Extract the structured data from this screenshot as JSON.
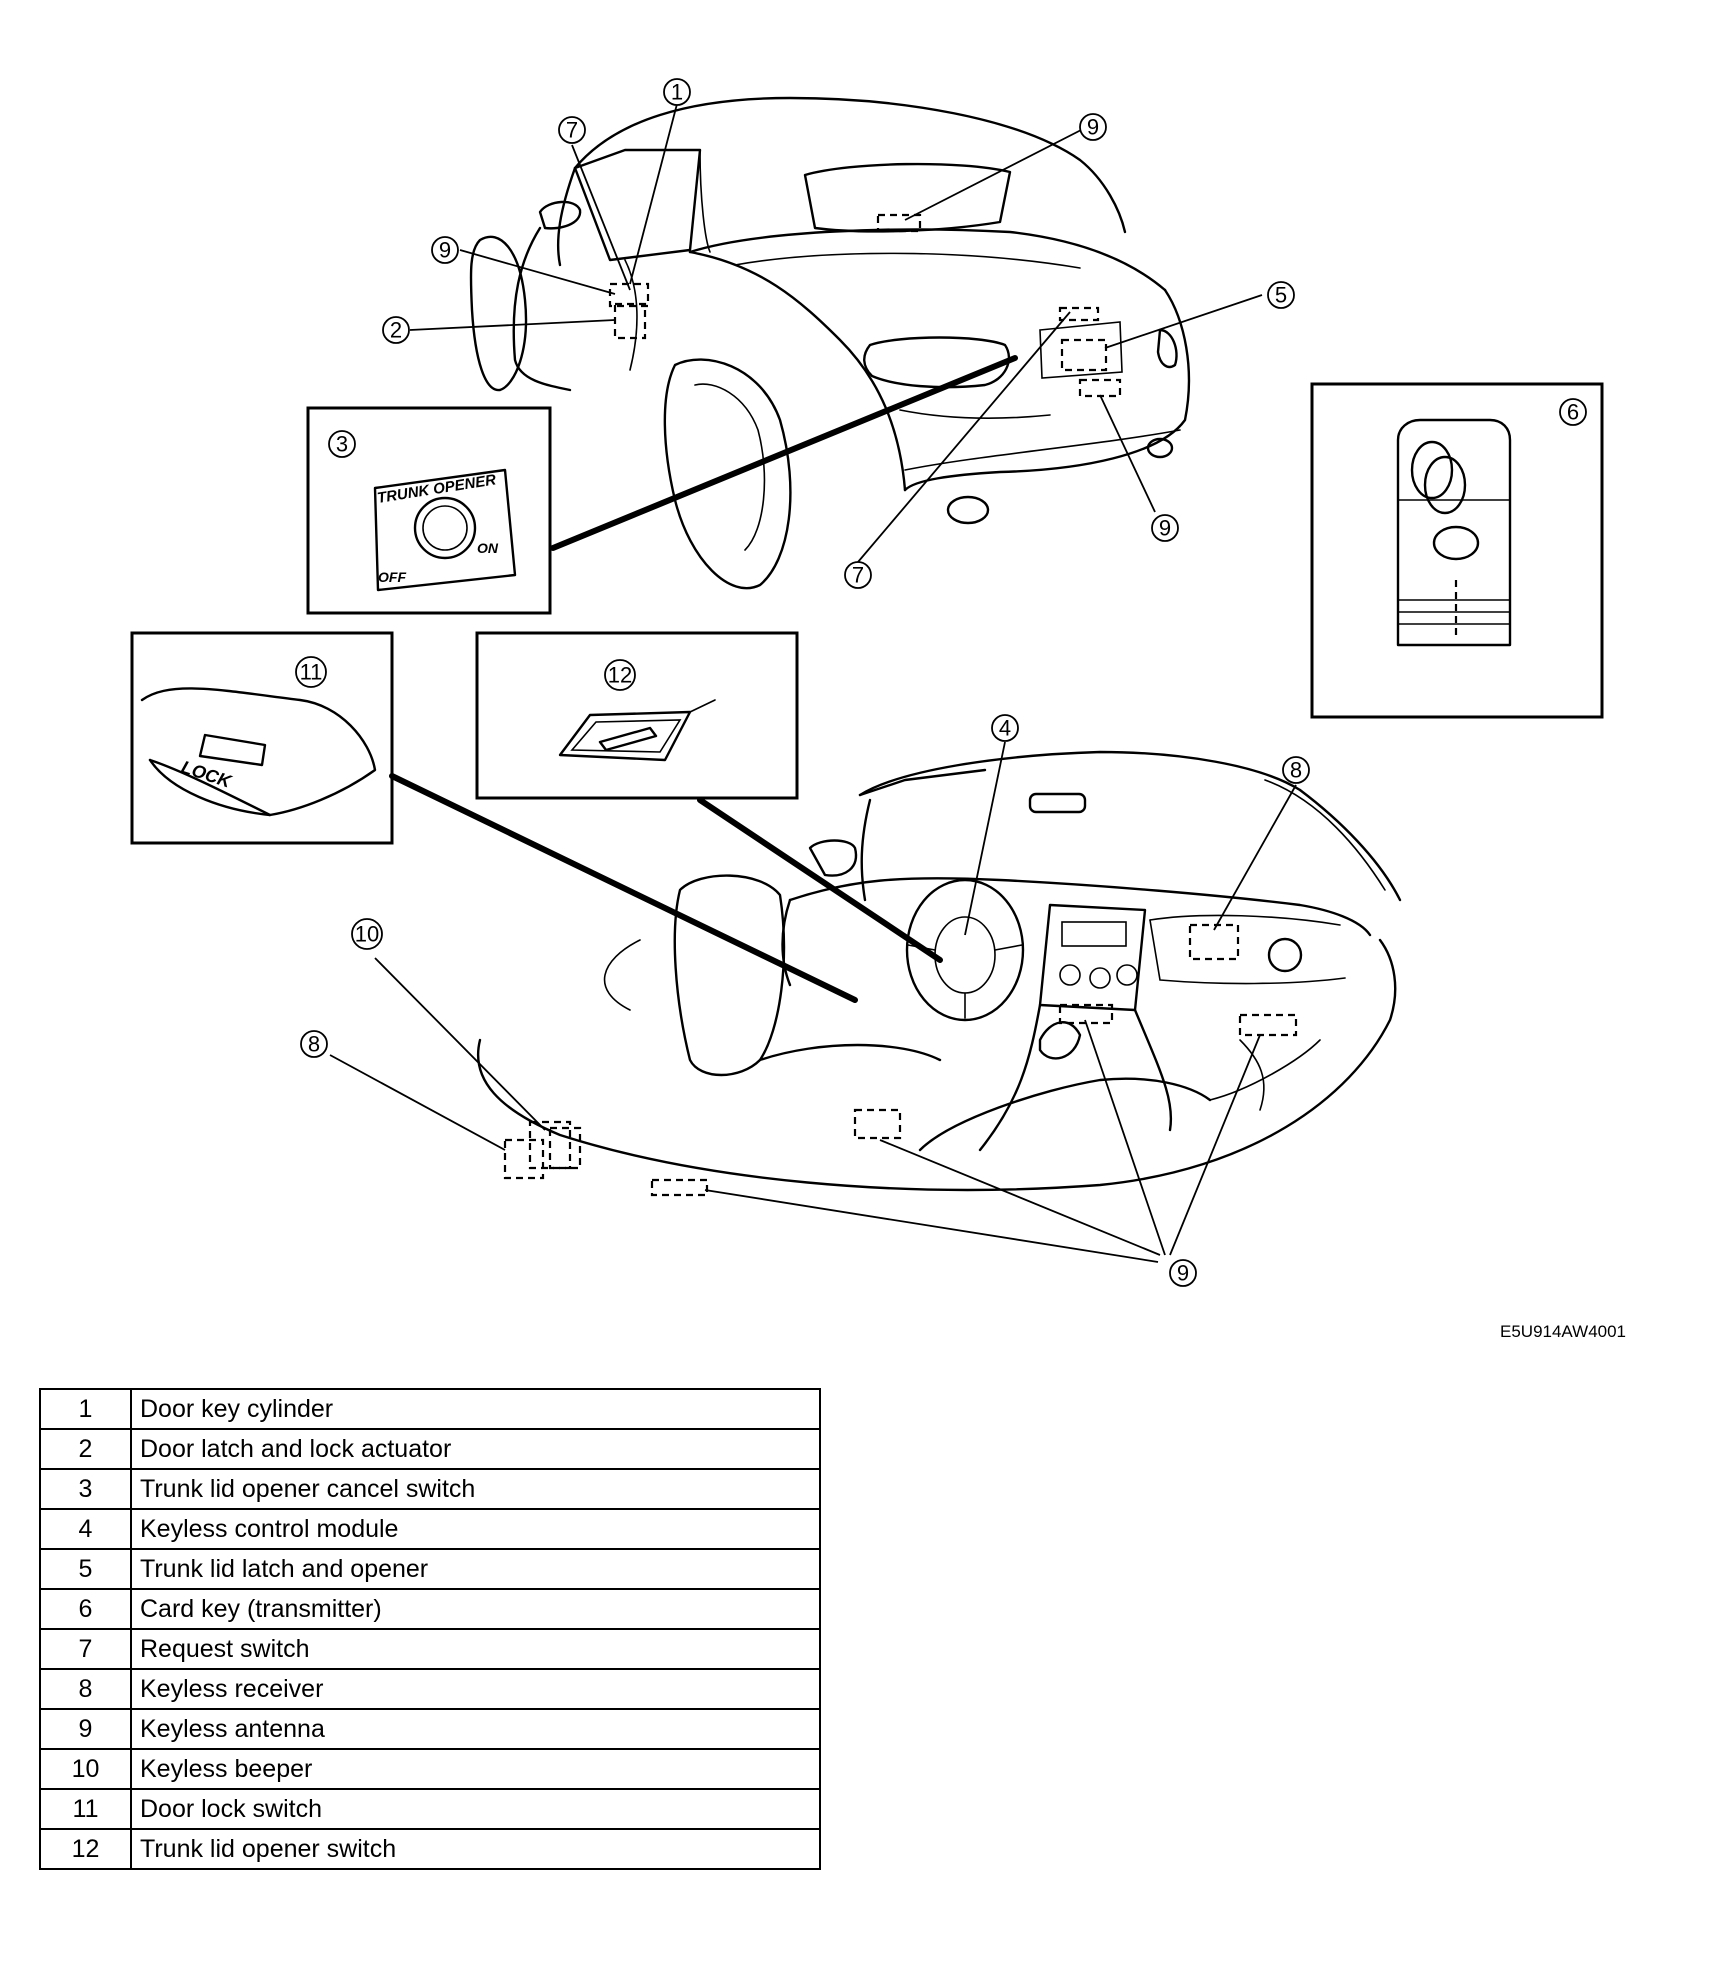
{
  "figure_code": "E5U914AW4001",
  "callouts": [
    "1",
    "2",
    "3",
    "4",
    "5",
    "6",
    "7",
    "8",
    "9",
    "10",
    "11",
    "12"
  ],
  "insets": {
    "trunk_opener": {
      "title": "TRUNK OPENER",
      "off": "OFF",
      "on": "ON"
    },
    "door_lock": {
      "label": "LOCK"
    }
  },
  "legend": [
    {
      "num": "1",
      "label": "Door key cylinder"
    },
    {
      "num": "2",
      "label": "Door latch and lock actuator"
    },
    {
      "num": "3",
      "label": "Trunk lid opener cancel switch"
    },
    {
      "num": "4",
      "label": "Keyless control module"
    },
    {
      "num": "5",
      "label": "Trunk lid latch and opener"
    },
    {
      "num": "6",
      "label": "Card key (transmitter)"
    },
    {
      "num": "7",
      "label": "Request switch"
    },
    {
      "num": "8",
      "label": "Keyless receiver"
    },
    {
      "num": "9",
      "label": "Keyless antenna"
    },
    {
      "num": "10",
      "label": "Keyless beeper"
    },
    {
      "num": "11",
      "label": "Door lock switch"
    },
    {
      "num": "12",
      "label": "Trunk lid opener switch"
    }
  ]
}
